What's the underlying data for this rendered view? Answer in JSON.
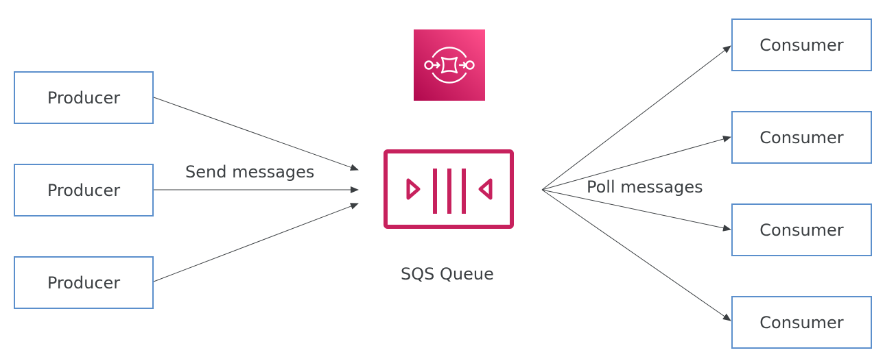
{
  "diagram": {
    "producers": [
      {
        "label": "Producer"
      },
      {
        "label": "Producer"
      },
      {
        "label": "Producer"
      }
    ],
    "consumers": [
      {
        "label": "Consumer"
      },
      {
        "label": "Consumer"
      },
      {
        "label": "Consumer"
      },
      {
        "label": "Consumer"
      }
    ],
    "send_label": "Send messages",
    "poll_label": "Poll messages",
    "queue_label": "SQS Queue",
    "icons": {
      "service_logo": "amazon-sqs-logo-icon",
      "queue": "sqs-queue-icon"
    },
    "colors": {
      "accent": "#c7215d",
      "logo_gradient_start": "#b0084d",
      "logo_gradient_end": "#ff4f8b",
      "box_border": "#5b8fcc",
      "arrow": "#3b3f42"
    }
  }
}
